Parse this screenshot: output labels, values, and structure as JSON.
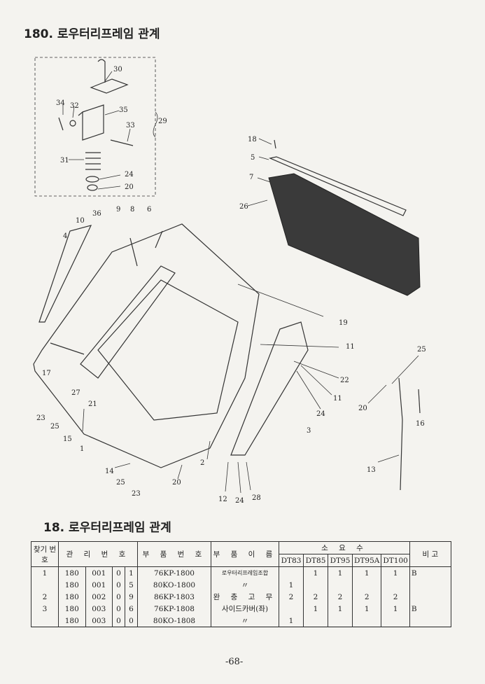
{
  "main_title": "180. 로우터리프레임 관계",
  "section_title": "18.  로우터리프레임 관계",
  "diagram_labels": [
    "30",
    "34",
    "32",
    "35",
    "33",
    "29",
    "31",
    "24",
    "20",
    "18",
    "5",
    "7",
    "26",
    "36",
    "9",
    "8",
    "6",
    "10",
    "4",
    "19",
    "11",
    "25",
    "22",
    "17",
    "27",
    "21",
    "24",
    "11",
    "23",
    "25",
    "15",
    "1",
    "3",
    "20",
    "16",
    "2",
    "14",
    "25",
    "20",
    "23",
    "13",
    "12",
    "24",
    "28"
  ],
  "table": {
    "headers": {
      "no": "찾기 번호",
      "mgmt": "관 리 번 호",
      "part_no": "부 품 번 호",
      "part_name": "부 품 이 름",
      "qty_group": "소    요    수",
      "models": [
        "DT83",
        "DT85",
        "DT95",
        "DT95A",
        "DT100"
      ],
      "remarks": "비  고"
    },
    "rows": [
      {
        "no": "1",
        "m1": "180",
        "m2": "001",
        "m3": "0",
        "m4": "1",
        "part_no": "76KP-1800",
        "name": "로우터리프레임조합",
        "q": [
          "",
          "1",
          "1",
          "1",
          "1"
        ],
        "remark": "B"
      },
      {
        "no": "",
        "m1": "180",
        "m2": "001",
        "m3": "0",
        "m4": "5",
        "part_no": "80KO-1800",
        "name": "〃",
        "q": [
          "1",
          "",
          "",
          "",
          ""
        ],
        "remark": ""
      },
      {
        "no": "2",
        "m1": "180",
        "m2": "002",
        "m3": "0",
        "m4": "9",
        "part_no": "86KP-1803",
        "name": "완 충 고 무",
        "q": [
          "2",
          "2",
          "2",
          "2",
          "2"
        ],
        "remark": ""
      },
      {
        "no": "3",
        "m1": "180",
        "m2": "003",
        "m3": "0",
        "m4": "6",
        "part_no": "76KP-1808",
        "name": "사이드카버(좌)",
        "q": [
          "",
          "1",
          "1",
          "1",
          "1"
        ],
        "remark": "B"
      },
      {
        "no": "",
        "m1": "180",
        "m2": "003",
        "m3": "0",
        "m4": "0",
        "part_no": "80KO-1808",
        "name": "〃",
        "q": [
          "1",
          "",
          "",
          "",
          ""
        ],
        "remark": ""
      }
    ]
  },
  "page_number": "-68-"
}
